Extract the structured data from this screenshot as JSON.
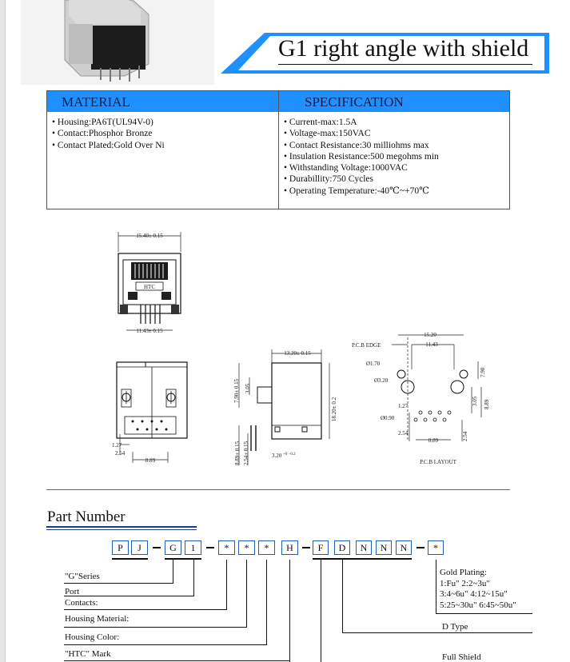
{
  "banner": {
    "title": "G1 right angle with shield"
  },
  "material": {
    "header": "MATERIAL",
    "items": [
      "Housing:PA6T(UL94V-0)",
      "Contact:Phosphor Bronze",
      "Contact Plated:Gold Over Ni"
    ]
  },
  "specification": {
    "header": "SPECIFICATION",
    "items": [
      "Current-max:1.5A",
      "Voltage-max:150VAC",
      "Contact Resistance:30 milliohms max",
      "Insulation Resistance:500 megohms min",
      "Withstanding Voltage:1000VAC",
      "Durabillity:750 Cycles",
      "Operating Temperature:-40℃~+70℃"
    ]
  },
  "drawing": {
    "front_width": "15.40± 0.15",
    "front_pin_span": "11.43± 0.15",
    "brand": "HTC",
    "bottom_pitch": "1.27",
    "bottom_row": "2.54",
    "bottom_span": "8.89",
    "side_depth": "13.20± 0.15",
    "side_h1": "7.90± 0.15",
    "side_h2": "3.05",
    "side_height": "18.20± 0.2",
    "side_pin": "8.89± 0.15",
    "side_pin2": "2.54± 0.15",
    "side_tail": "3.20",
    "side_tail_tol": "+0 −0.2",
    "pcb_edge": "P.C.B EDGE",
    "pcb_w": "15.20",
    "pcb_w2": "11.43",
    "pcb_hole1": "Ø1.70",
    "pcb_hole2": "Ø3.20",
    "pcb_hole3": "Ø0.90",
    "pcb_pitch": "1.27",
    "pcb_row": "2.54",
    "pcb_span": "8.89",
    "pcb_v1": "7.90",
    "pcb_v2": "3.05",
    "pcb_v3": "8.89",
    "pcb_v4": "2.54",
    "pcb_caption": "P.C.B LAYOUT"
  },
  "part_number": {
    "title": "Part Number",
    "codes": [
      "P",
      "J",
      "G",
      "1",
      "*",
      "*",
      "*",
      "H",
      "F",
      "D",
      "N",
      "N",
      "N",
      "*"
    ],
    "labels": {
      "series": "\"G\"Series",
      "port": "Port",
      "contacts": "Contacts:",
      "housing_material": "Housing Material:",
      "housing_color": "Housing Color:",
      "htc_mark": "\"HTC\" Mark",
      "gold_plating": [
        "Gold Plating:",
        "1:Fu\" 2:2~3u\"",
        "3:4~6u\" 4:12~15u\"",
        "5:25~30u\" 6:45~50u\""
      ],
      "d_type": "D Type",
      "full_shield": "Full Shield"
    }
  }
}
